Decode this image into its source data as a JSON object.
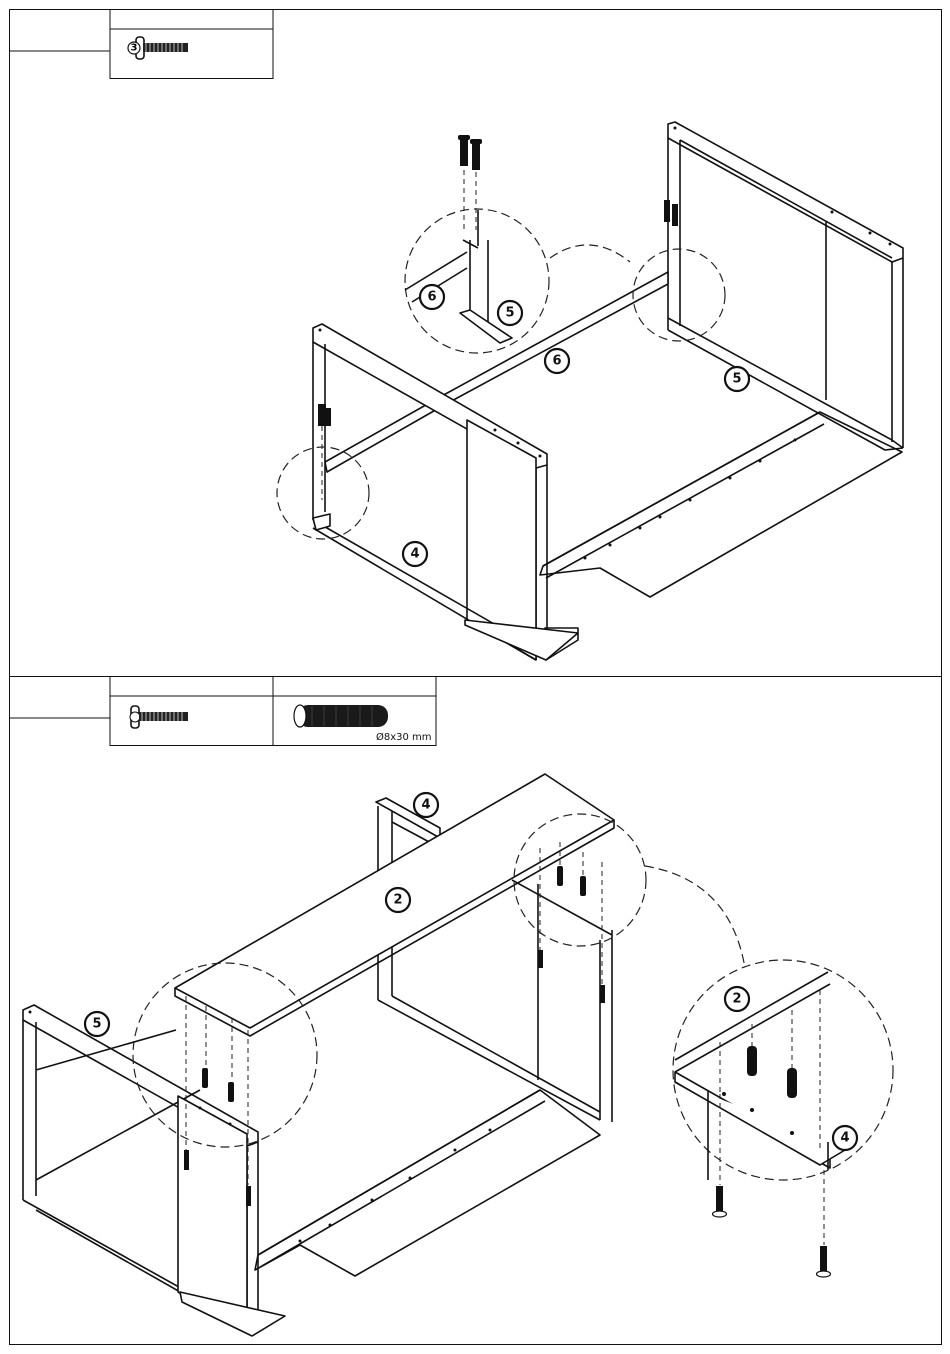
{
  "step1": {
    "hardware": [
      {
        "icon": "screw-icon",
        "qty": "3"
      }
    ],
    "callouts": [
      "6",
      "5",
      "6",
      "5",
      "4"
    ]
  },
  "step2": {
    "hardware": [
      {
        "icon": "screw-icon",
        "qty": ""
      },
      {
        "icon": "dowel-icon",
        "dimension": "Ø8x30 mm"
      }
    ],
    "callouts": [
      "4",
      "2",
      "5",
      "2",
      "4"
    ]
  }
}
